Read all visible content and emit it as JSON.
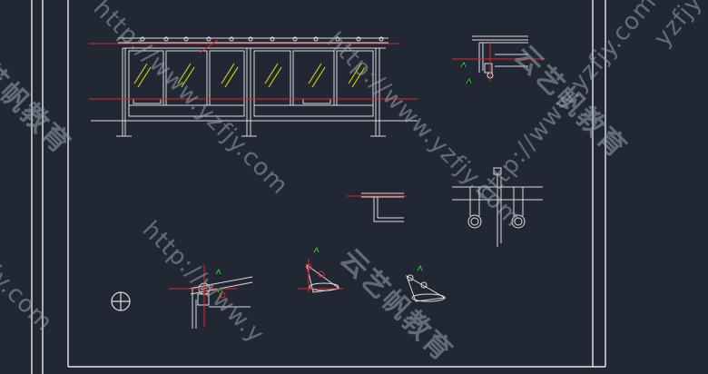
{
  "colors": {
    "background": "#212833",
    "frame": "#e8e8e8",
    "geometry": "#dcdcdc",
    "center_line": "#e02828",
    "glass_hatch": "#d8d800",
    "dimension": "#2ecc40"
  },
  "watermark": {
    "url_full": "http://www.yzfjy.com",
    "url_fragment_top_right": "yzfjy",
    "url_fragment_left": "fjy.com",
    "url_fragment_bottom": "http://www.y",
    "brand_text": "云艺帆教育",
    "brand_fragment_left": "艺帆教育"
  },
  "icons": {
    "north_symbol": "circle-cross-icon"
  }
}
